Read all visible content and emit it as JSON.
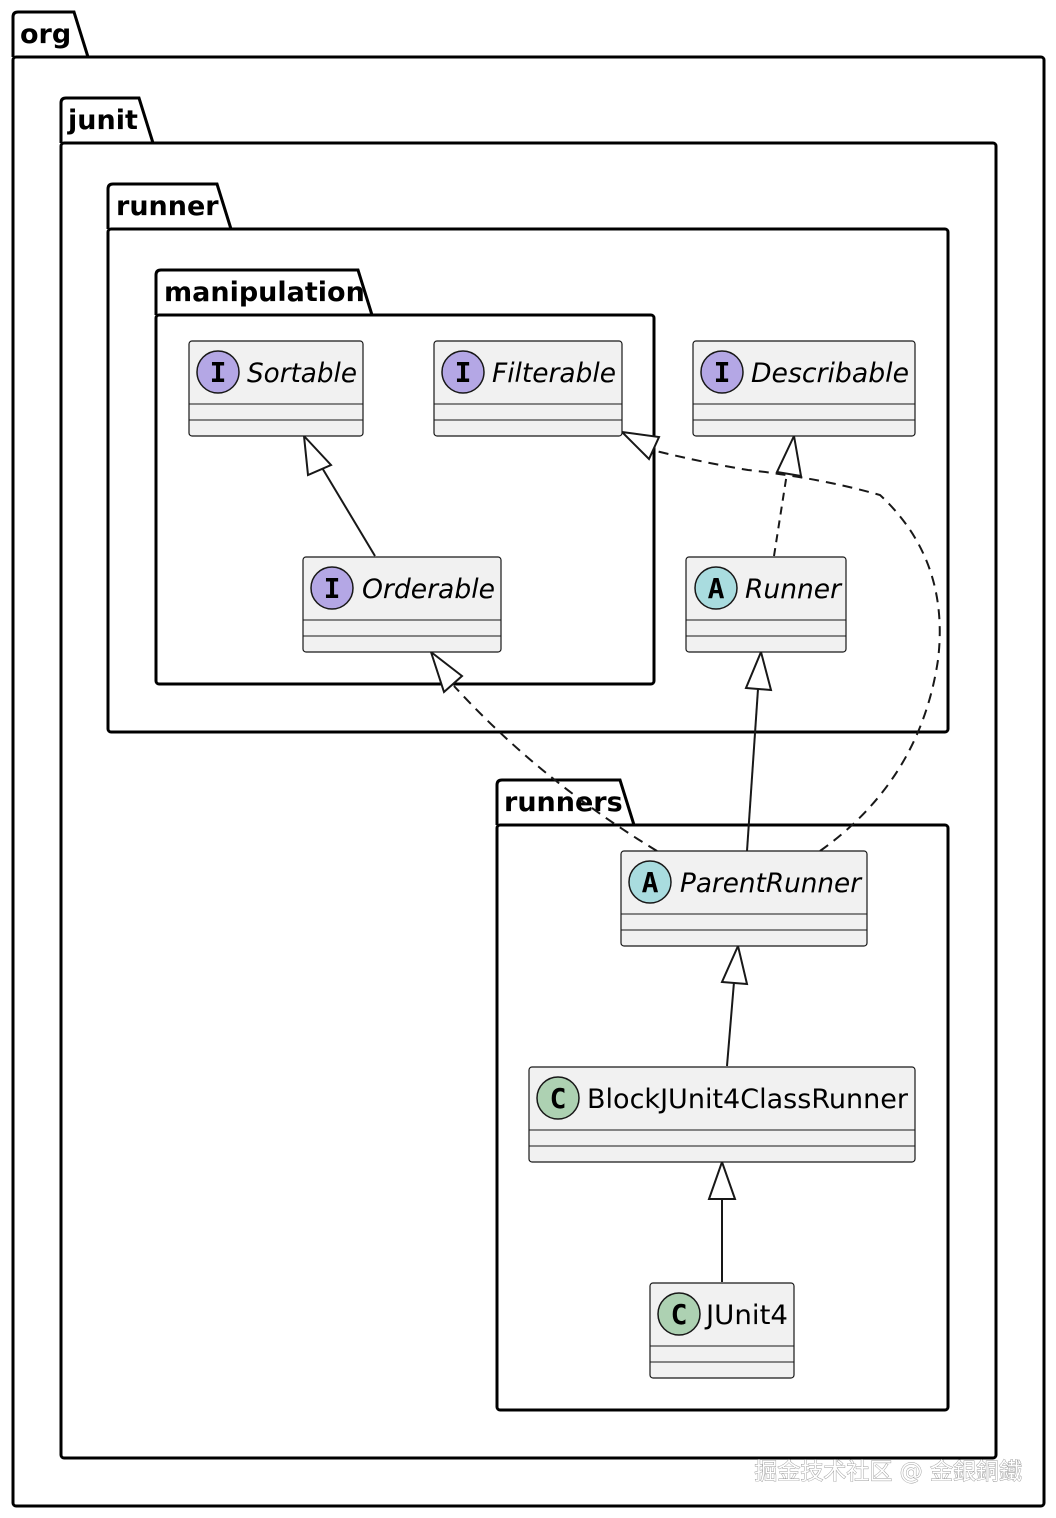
{
  "packages": {
    "org": {
      "label": "org"
    },
    "junit": {
      "label": "junit"
    },
    "runner": {
      "label": "runner"
    },
    "manipulation": {
      "label": "manipulation"
    },
    "runners": {
      "label": "runners"
    }
  },
  "classes": {
    "sortable": {
      "name": "Sortable",
      "stereotype": "I",
      "kind": "interface"
    },
    "filterable": {
      "name": "Filterable",
      "stereotype": "I",
      "kind": "interface"
    },
    "describable": {
      "name": "Describable",
      "stereotype": "I",
      "kind": "interface"
    },
    "orderable": {
      "name": "Orderable",
      "stereotype": "I",
      "kind": "interface"
    },
    "runner": {
      "name": "Runner",
      "stereotype": "A",
      "kind": "abstract"
    },
    "parentrunner": {
      "name": "ParentRunner",
      "stereotype": "A",
      "kind": "abstract"
    },
    "blockjunit4classrunner": {
      "name": "BlockJUnit4ClassRunner",
      "stereotype": "C",
      "kind": "class"
    },
    "junit4": {
      "name": "JUnit4",
      "stereotype": "C",
      "kind": "class"
    }
  },
  "relations": [
    {
      "from": "Orderable",
      "to": "Sortable",
      "type": "extends"
    },
    {
      "from": "Runner",
      "to": "Describable",
      "type": "implements"
    },
    {
      "from": "ParentRunner",
      "to": "Runner",
      "type": "extends"
    },
    {
      "from": "ParentRunner",
      "to": "Orderable",
      "type": "implements"
    },
    {
      "from": "ParentRunner",
      "to": "Filterable",
      "type": "implements"
    },
    {
      "from": "BlockJUnit4ClassRunner",
      "to": "ParentRunner",
      "type": "extends"
    },
    {
      "from": "JUnit4",
      "to": "BlockJUnit4ClassRunner",
      "type": "extends"
    }
  ],
  "colors": {
    "interface_badge": "#b4a7e5",
    "abstract_badge": "#a9dcdf",
    "class_badge": "#add1b2",
    "class_fill": "#f1f1f1",
    "class_border": "#181818"
  },
  "watermark": {
    "text": "掘金技术社区 @ 金銀銅鐵"
  }
}
